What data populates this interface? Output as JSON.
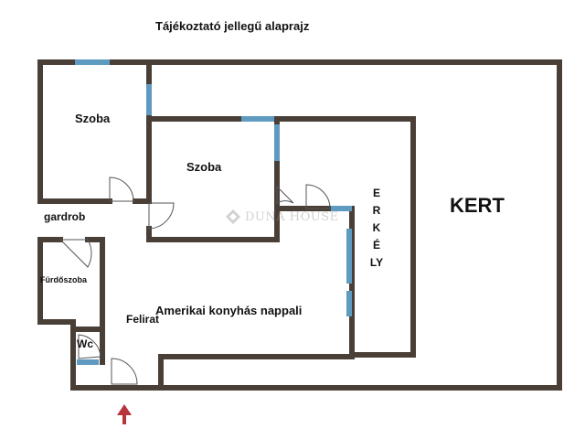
{
  "title": "Tájékoztató jellegű alaprajz",
  "rooms": {
    "szoba_1": "Szoba",
    "szoba_2": "Szoba",
    "gardrob": "gardrob",
    "furdoszoba": "Fürdőszoba",
    "felirat": "Felirat",
    "nappali": "Amerikai konyhás nappali",
    "wc": "Wc",
    "kert": "KERT",
    "erkely": [
      "E",
      "R",
      "K",
      "É",
      "LY"
    ]
  },
  "watermark": "DUNA HOUSE",
  "colors": {
    "wall": "#4a3f37",
    "window": "#5f9bc0",
    "entrance_arrow": "#b8333a",
    "text": "#111111"
  },
  "icons": {
    "entrance": "entrance-arrow-icon",
    "door": "door-swing-icon",
    "logo": "duna-house-logo-icon"
  }
}
